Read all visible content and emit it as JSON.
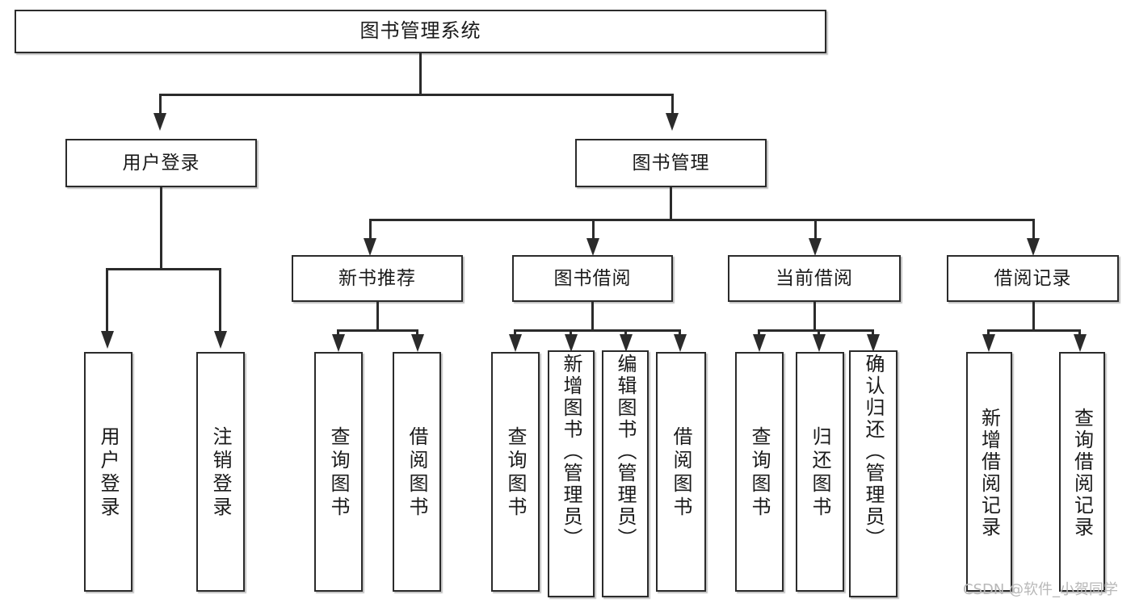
{
  "diagram": {
    "type": "tree",
    "title": "图书管理系统",
    "root": {
      "label": "图书管理系统"
    },
    "level1": [
      {
        "label": "用户登录"
      },
      {
        "label": "图书管理"
      }
    ],
    "level2": [
      {
        "label": "新书推荐"
      },
      {
        "label": "图书借阅"
      },
      {
        "label": "当前借阅"
      },
      {
        "label": "借阅记录"
      }
    ],
    "leaves": {
      "user_login": [
        {
          "label": "用户登录"
        },
        {
          "label": "注销登录"
        }
      ],
      "new_book_recommend": [
        {
          "label": "查询图书"
        },
        {
          "label": "借阅图书"
        }
      ],
      "book_borrow": [
        {
          "label": "查询图书"
        },
        {
          "label": "新增图书（管理员）"
        },
        {
          "label": "编辑图书（管理员）"
        },
        {
          "label": "借阅图书"
        }
      ],
      "current_borrow": [
        {
          "label": "查询图书"
        },
        {
          "label": "归还图书"
        },
        {
          "label": "确认归还（管理员）"
        }
      ],
      "borrow_records": [
        {
          "label": "新增借阅记录"
        },
        {
          "label": "查询借阅记录"
        }
      ]
    }
  },
  "watermark": {
    "text": "CSDN @软件_小贺同学"
  },
  "colors": {
    "stroke": "#2b2b2b",
    "fill": "#ffffff",
    "text": "#1a1a1a",
    "watermark": "#b8b8b8"
  }
}
